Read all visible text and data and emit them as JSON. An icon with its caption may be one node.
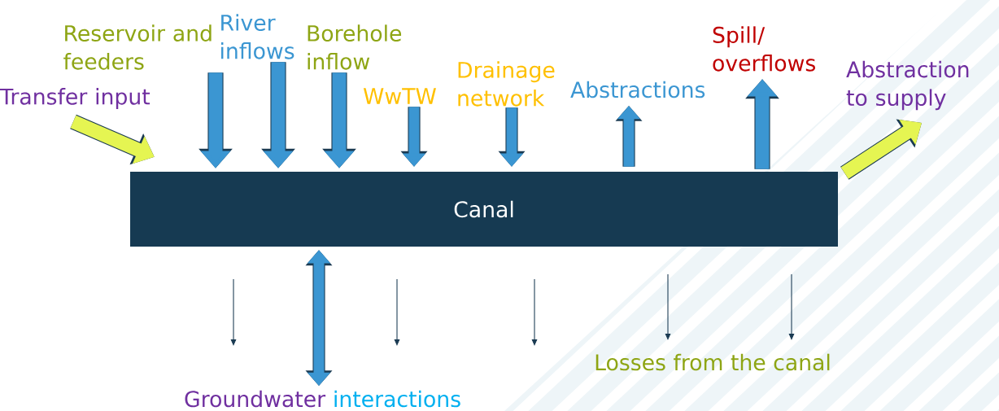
{
  "diagram": {
    "nodes": [
      {
        "text": [
          "Canal"
        ]
      },
      {
        "text": [
          "Transfer input"
        ]
      },
      {
        "text": [
          "Reservoir and feeders"
        ]
      },
      {
        "text": [
          "River inflows"
        ]
      },
      {
        "text": [
          "Borehole inflow"
        ]
      },
      {
        "text": [
          "WwTW"
        ]
      },
      {
        "text": [
          "Drainage network"
        ]
      },
      {
        "text": [
          "Abstractions"
        ]
      },
      {
        "text": [
          "Spill/ overflows"
        ]
      },
      {
        "text": [
          "Abstraction to supply"
        ]
      },
      {
        "text": [
          "Groundwater",
          "interactions"
        ]
      }
    ],
    "edges": [
      {
        "from": 1,
        "to": 0,
        "arrow": "to",
        "color": "#e5f552"
      },
      {
        "from": 2,
        "to": 0,
        "arrow": "to"
      },
      {
        "from": 3,
        "to": 0,
        "arrow": "to"
      },
      {
        "from": 4,
        "to": 0,
        "arrow": "to"
      },
      {
        "from": 5,
        "to": 0,
        "arrow": "to"
      },
      {
        "from": 6,
        "to": 0,
        "arrow": "to"
      },
      {
        "from": 0,
        "to": 7,
        "arrow": "to"
      },
      {
        "from": 0,
        "to": 8,
        "arrow": "to"
      },
      {
        "from": 0,
        "to": 9,
        "arrow": "to",
        "color": "#e5f552"
      },
      {
        "from": 0,
        "to": 10,
        "arrow": "both"
      }
    ],
    "labels": [
      "Losses from the canal"
    ]
  }
}
